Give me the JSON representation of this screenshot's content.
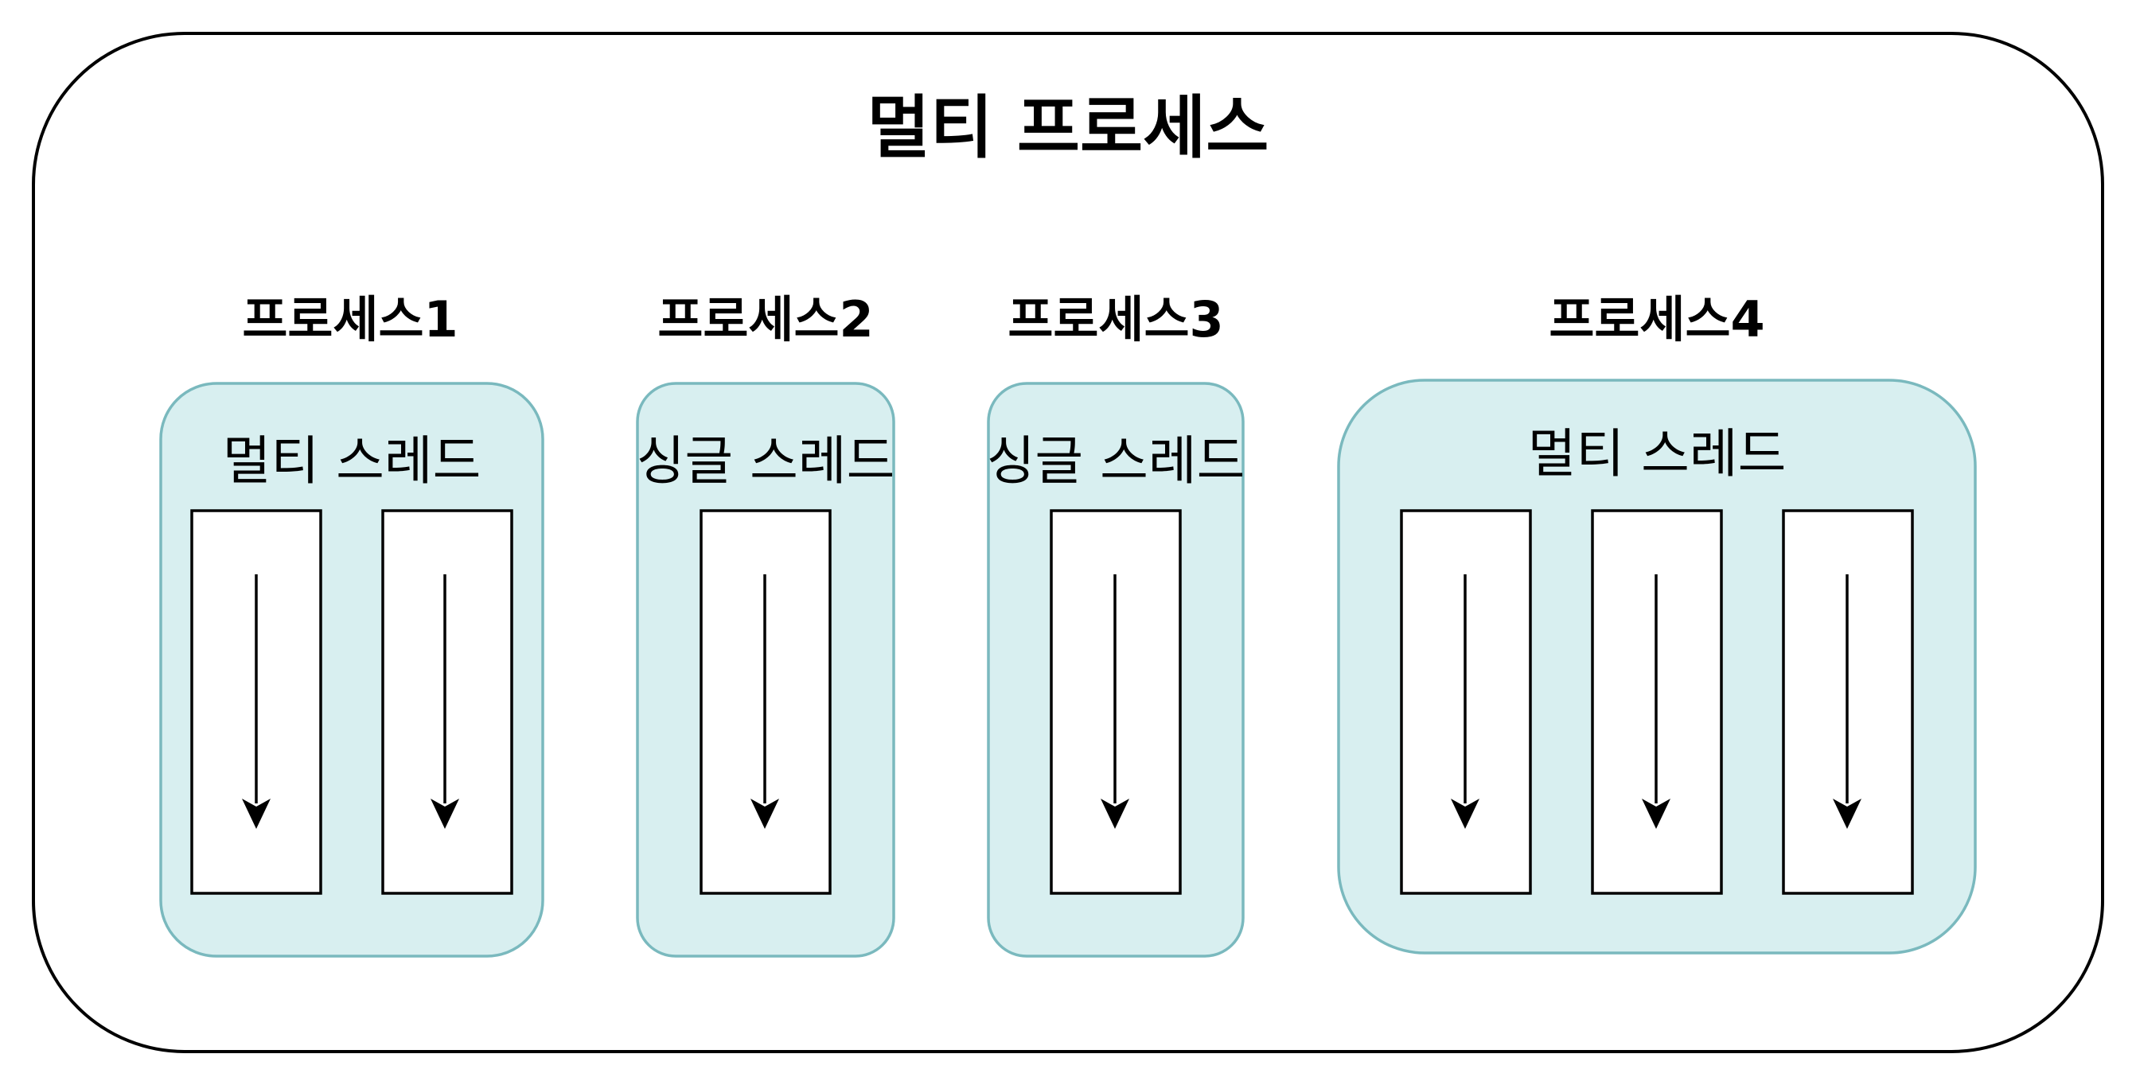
{
  "title": "멀티 프로세스",
  "processes": [
    {
      "label": "프로세스1",
      "thread_label": "멀티 스레드",
      "thread_count": 2
    },
    {
      "label": "프로세스2",
      "thread_label": "싱글 스레드",
      "thread_count": 1
    },
    {
      "label": "프로세스3",
      "thread_label": "싱글 스레드",
      "thread_count": 1
    },
    {
      "label": "프로세스4",
      "thread_label": "멀티 스레드",
      "thread_count": 3
    }
  ],
  "colors": {
    "process_fill": "#d8eff0",
    "process_stroke": "#7ab9be",
    "outline": "#000000"
  }
}
